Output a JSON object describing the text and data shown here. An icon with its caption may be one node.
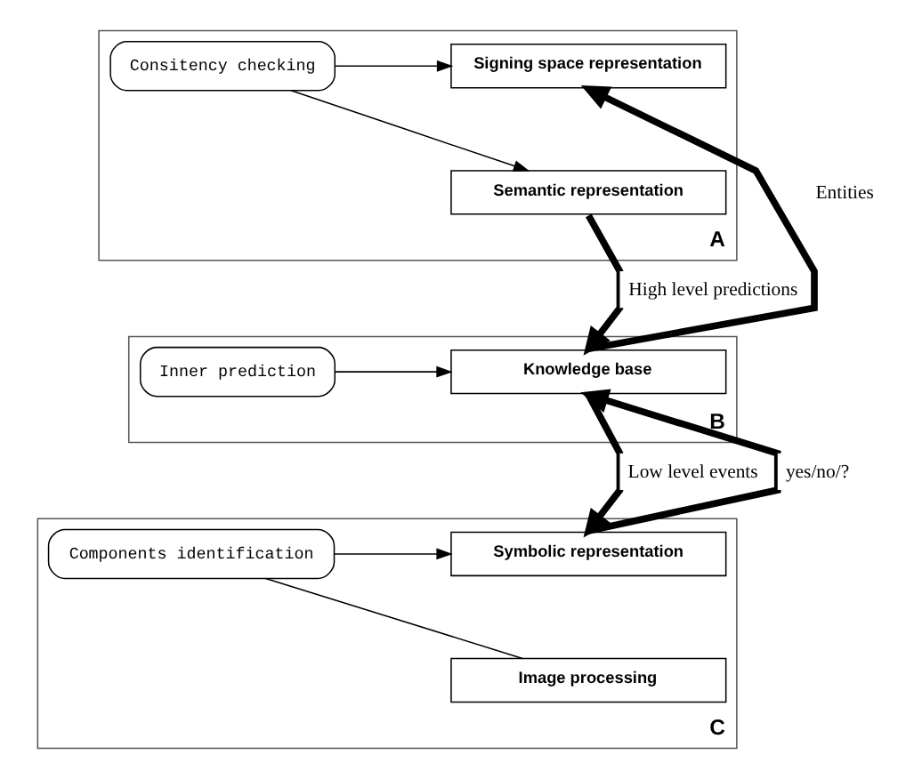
{
  "diagram": {
    "nodes": [
      {
        "text": [
          "A"
        ]
      },
      {
        "text": [
          "Signing space representation"
        ],
        "in": 0
      },
      {
        "text": [
          "Semantic representation"
        ],
        "in": 0
      },
      {
        "text": [
          "Consitency checking"
        ],
        "in": 0
      },
      {
        "text": [
          "B"
        ]
      },
      {
        "text": [
          "Knowledge base"
        ],
        "in": 4
      },
      {
        "text": [
          "Inner prediction"
        ],
        "in": 4
      },
      {
        "text": [
          "C"
        ]
      },
      {
        "text": [
          "Symbolic representation"
        ],
        "in": 7
      },
      {
        "text": [
          "Image processing"
        ],
        "in": 7
      },
      {
        "text": [
          "Components identification"
        ],
        "in": 7
      }
    ],
    "edges": [
      {
        "from": 2,
        "to": 5,
        "arrow": "to",
        "label": "High level predictions",
        "style": "thick"
      },
      {
        "from": 5,
        "to": 1,
        "arrow": "to",
        "label": "Entities",
        "style": "thick"
      },
      {
        "from": 5,
        "to": 8,
        "arrow": "to",
        "label": "Low level events",
        "style": "thick"
      },
      {
        "from": 8,
        "to": 5,
        "arrow": "to",
        "label": "yes/no/?",
        "style": "thick"
      },
      {
        "from": 3,
        "to": 1,
        "arrow": "to"
      },
      {
        "from": 3,
        "to": 2,
        "arrow": "to"
      },
      {
        "from": 6,
        "to": 5,
        "arrow": "to"
      },
      {
        "from": 9,
        "to": 10,
        "arrow": "none"
      },
      {
        "from": 10,
        "to": 8,
        "arrow": "to"
      }
    ]
  }
}
